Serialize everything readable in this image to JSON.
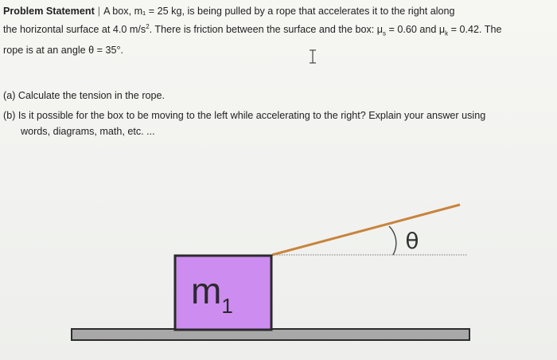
{
  "problem": {
    "label": "Problem Statement",
    "separator": "|",
    "line1": "A box, m₁ = 25 kg, is being pulled by a rope that accelerates it to the right along",
    "line2_a": "the horizontal surface at 4.0 m/s",
    "line2_sup": "2",
    "line2_b": ". There is friction between the surface and the box: μ",
    "mu_s_sub": "s",
    "line2_c": " = 0.60 and μ",
    "mu_k_sub": "k",
    "line2_d": " = 0.42. The",
    "line3": "rope is at an angle θ = 35°."
  },
  "questions": {
    "a": "(a) Calculate the tension in the rope.",
    "b_line1": "(b) Is it possible for the box to be moving to the left while accelerating to the right? Explain your answer using",
    "b_line2": "words, diagrams, math, etc. ..."
  },
  "diagram": {
    "mass_label": "m",
    "mass_subscript": "1",
    "angle_label": "θ",
    "box_color": "#cc8cf0",
    "rope_color": "#c8843c",
    "surface_color": "#a8a8a8"
  }
}
